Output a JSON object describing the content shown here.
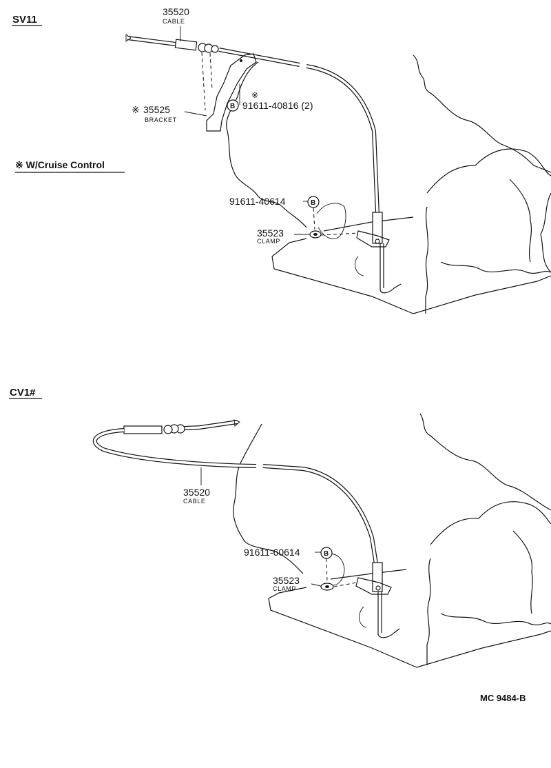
{
  "top_section": {
    "header": "SV11",
    "cable_part": "35520",
    "cable_label": "CABLE",
    "bracket_mark": "※",
    "bracket_part": "35525",
    "bracket_label": "BRACKET",
    "bolt1_mark": "※",
    "bolt1_part": "91611-40816 (2)",
    "bolt1_badge": "B",
    "bolt2_part": "91611-40614",
    "bolt2_badge": "B",
    "clamp_part": "35523",
    "clamp_label": "CLAMP",
    "note": "※ W/Cruise Control"
  },
  "bottom_section": {
    "header": "CV1#",
    "cable_part": "35520",
    "cable_label": "CABLE",
    "bolt_part": "91611-60614",
    "bolt_badge": "B",
    "clamp_part": "35523",
    "clamp_label": "CLAMP"
  },
  "footer": {
    "code": "MC  9484-B"
  }
}
